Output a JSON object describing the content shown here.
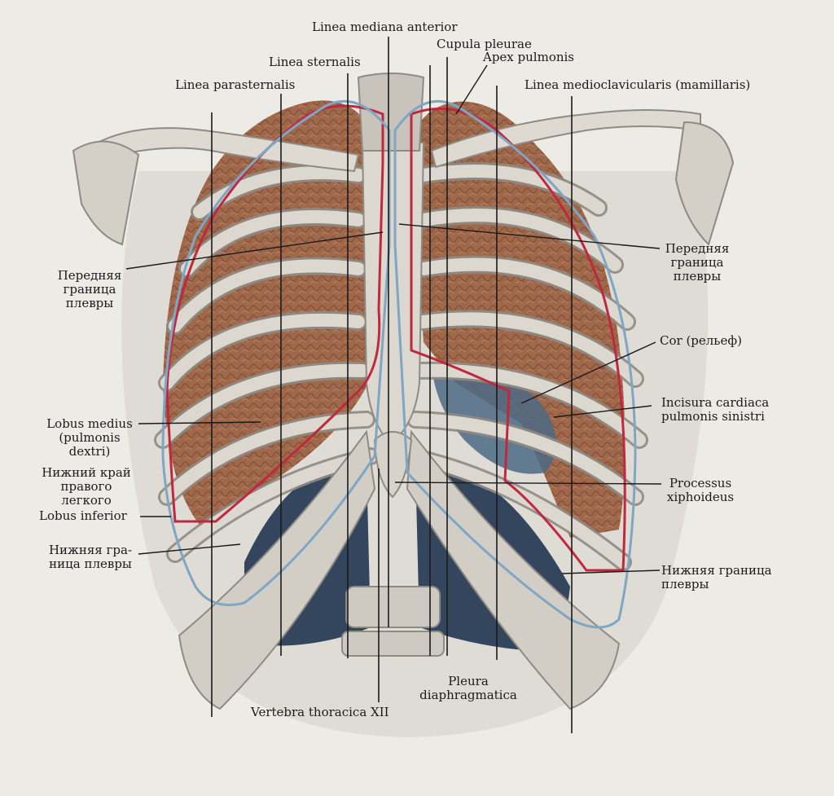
{
  "colors": {
    "paper": "#ecebe6",
    "bone": "#dcd8cf",
    "bone_shadow": "#8f8b84",
    "lung": "#a0684a",
    "lung_dark": "#7b4b33",
    "pleura_red": "#c0293d",
    "pleura_blue": "#7fa6c4",
    "heart_blue": "#4d6a84",
    "diaphragm": "#34465e",
    "line": "#1a1a1a"
  },
  "labels": {
    "linea_mediana_anterior": "Linea mediana anterior",
    "cupula_pleurae": "Cupula pleurae",
    "linea_sternalis": "Linea sternalis",
    "apex_pulmonis": "Apex pulmonis",
    "linea_parasternalis": "Linea parasternalis",
    "linea_medioclavicularis": "Linea medioclavicularis (mamillaris)",
    "perednyaya_left": [
      "Передняя",
      "граница",
      "плевры"
    ],
    "perednyaya_right": [
      "Передняя",
      "граница",
      "плевры"
    ],
    "cor": "Cor (рельеф)",
    "incisura": [
      "Incisura cardiaca",
      "pulmonis sinistri"
    ],
    "lobus_medius": [
      "Lobus medius",
      "(pulmonis",
      "dextri)"
    ],
    "nizhniy_kray": [
      "Нижний край",
      "правого",
      "легкого"
    ],
    "processus": [
      "Processus",
      "xiphoideus"
    ],
    "lobus_inferior": "Lobus inferior",
    "nizhnyaya_left": [
      "Нижняя гра-",
      "ница плевры"
    ],
    "nizhnyaya_right": [
      "Нижняя граница",
      "плевры"
    ],
    "pleura_diaphragmatica": [
      "Pleura",
      "diaphragmatica"
    ],
    "vertebra": "Vertebra thoracica XII"
  }
}
